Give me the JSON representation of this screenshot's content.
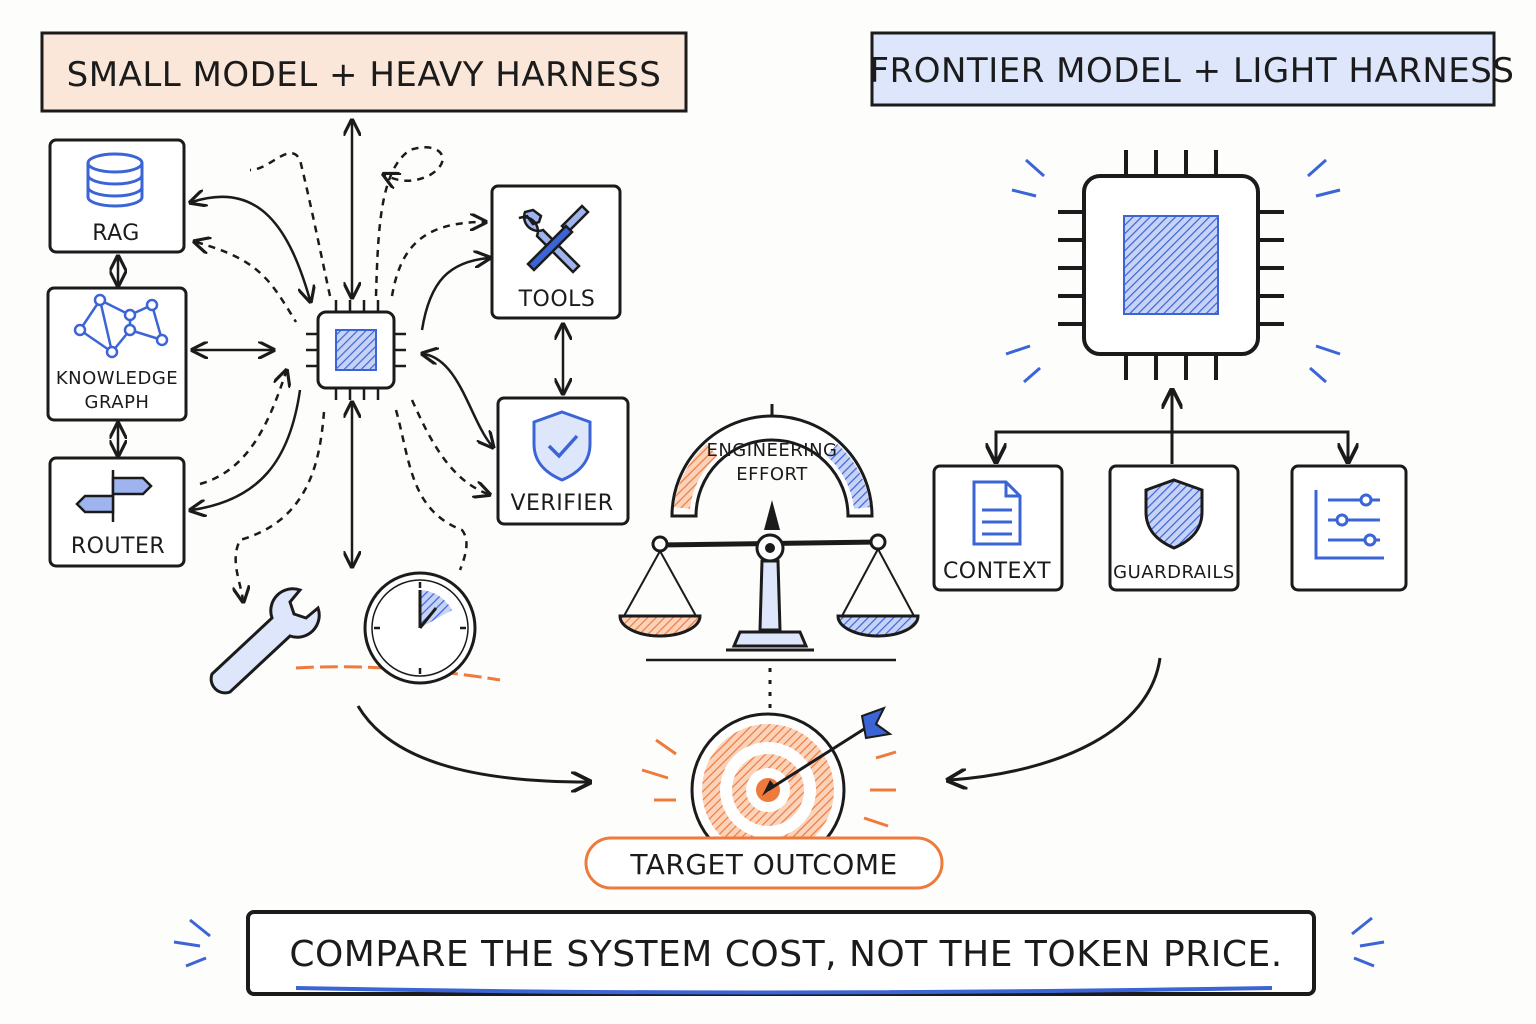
{
  "headers": {
    "left": "SMALL MODEL + HEAVY HARNESS",
    "right": "FRONTIER MODEL + LIGHT HARNESS"
  },
  "left_components": {
    "rag": "RAG",
    "knowledge_graph_line1": "KNOWLEDGE",
    "knowledge_graph_line2": "GRAPH",
    "router": "ROUTER",
    "tools": "TOOLS",
    "verifier": "VERIFIER"
  },
  "gauge": {
    "line1": "ENGINEERING",
    "line2": "EFFORT"
  },
  "right_components": {
    "context": "CONTEXT",
    "guardrails": "GUARDRAILS"
  },
  "target": "TARGET OUTCOME",
  "footer": "COMPARE  THE SYSTEM COST, NOT THE TOKEN PRICE.",
  "colors": {
    "ink": "#1b1b1b",
    "blue": "#3b64d6",
    "blue_fill": "#9fb3ee",
    "orange": "#ee7a3c",
    "orange_fill": "#f6b08a",
    "header_left_bg": "#fbe7d9",
    "header_right_bg": "#dde6fa"
  }
}
